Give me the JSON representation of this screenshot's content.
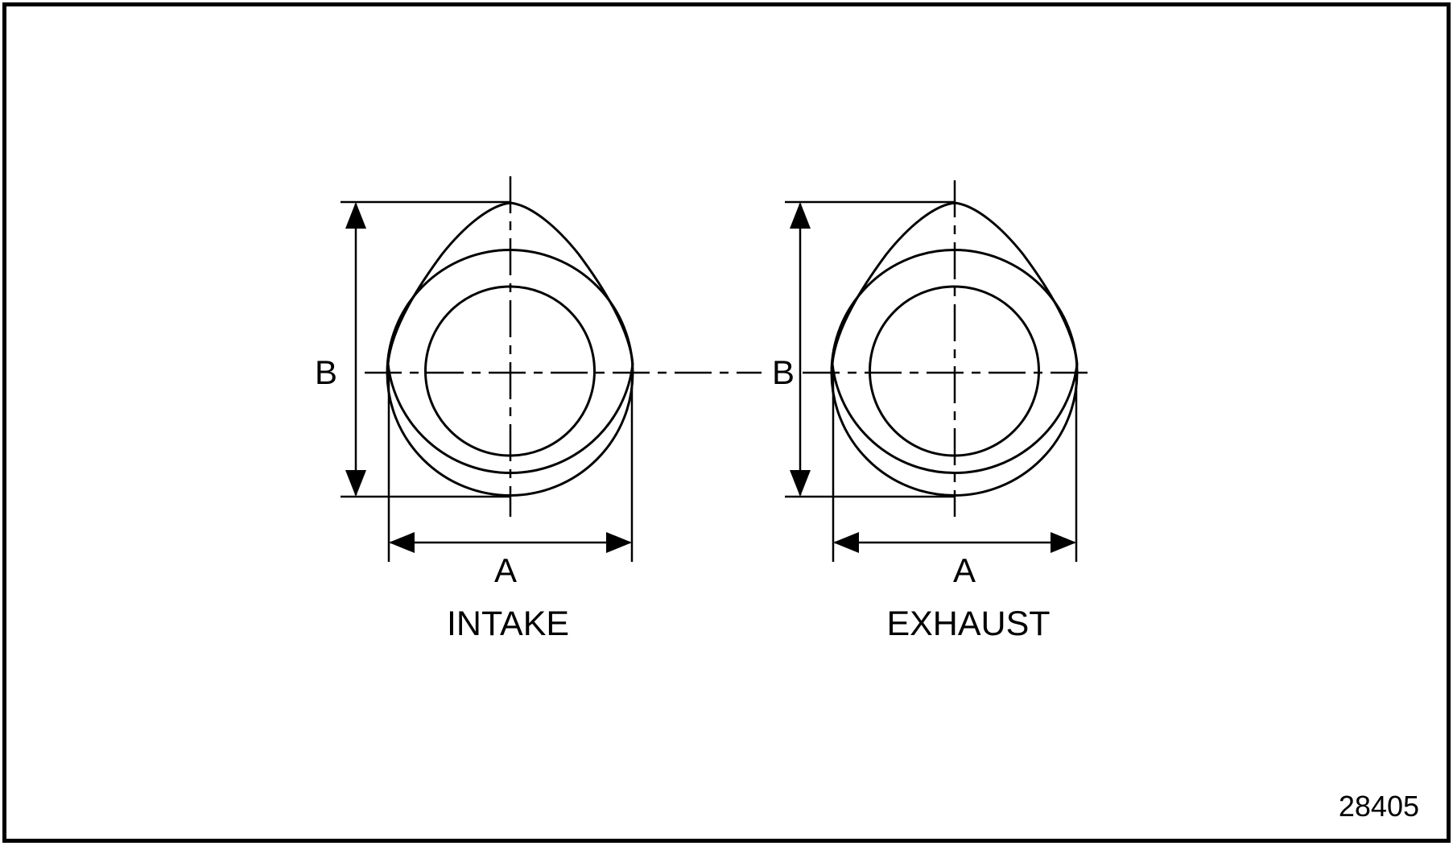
{
  "figure": {
    "number": "28405"
  },
  "lobes": [
    {
      "name": "INTAKE",
      "width_dim": "A",
      "height_dim": "B"
    },
    {
      "name": "EXHAUST",
      "width_dim": "A",
      "height_dim": "B"
    }
  ],
  "colors": {
    "line": "#000000",
    "background": "#ffffff"
  }
}
